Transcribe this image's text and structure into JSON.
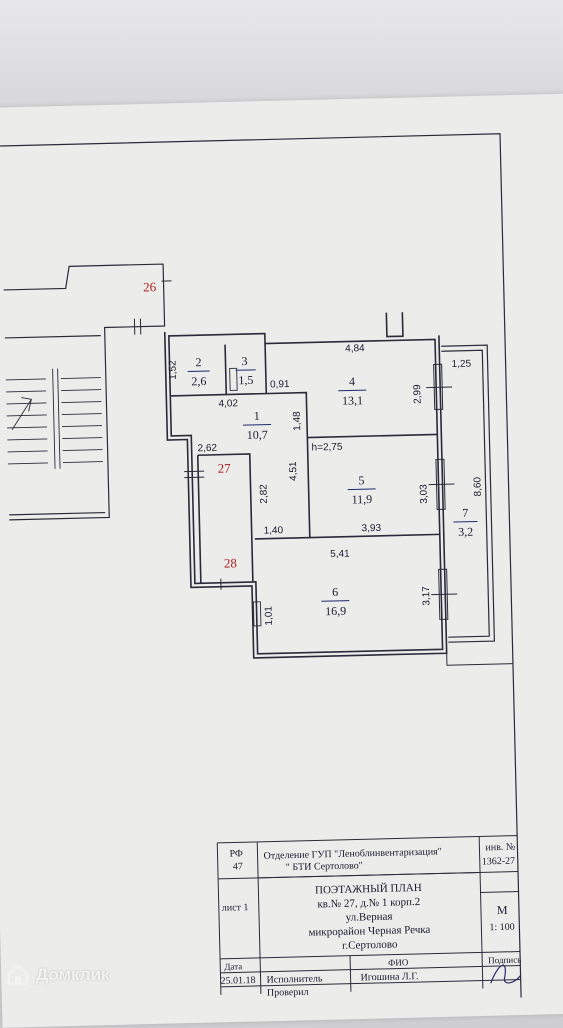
{
  "rooms": [
    {
      "number": "2",
      "area": "2,6"
    },
    {
      "number": "3",
      "area": "1,5"
    },
    {
      "number": "4",
      "area": "13,1"
    },
    {
      "number": "1",
      "area": "10,7"
    },
    {
      "number": "5",
      "area": "11,9"
    },
    {
      "number": "6",
      "area": "16,9"
    },
    {
      "number": "7",
      "area": "3,2"
    }
  ],
  "neighbor_numbers": [
    "26",
    "27",
    "28"
  ],
  "dimensions": [
    "1,52",
    "0,91",
    "4,84",
    "1,25",
    "4,02",
    "1,48",
    "2,99",
    "2,62",
    "4,51",
    "2,82",
    "8,60",
    "3,03",
    "1,40",
    "3,93",
    "5,41",
    "3,17",
    "1,01"
  ],
  "ceiling_height": "h=2,75",
  "title_block": {
    "rf": "РФ",
    "rf_num": "47",
    "org_line1": "Отделение ГУП \"Леноблинвентаризация\"",
    "org_line2": "\" БТИ Сертолово\"",
    "inv_label": "инв. №",
    "inv_number": "1362-27",
    "plan_title": "ПОЭТАЖНЫЙ ПЛАН",
    "address1": "кв.№ 27,  д.№ 1 корп.2",
    "address2": "ул.Верная",
    "address3": "микрорайон Черная Речка",
    "address4": "г.Сертолово",
    "sheet_label": "лист 1",
    "scale_label": "М",
    "scale_value": "1: 100",
    "date_label": "Дата",
    "date_value": "25.01.18",
    "fio_label": "ФИО",
    "executor_label": "Исполнитель",
    "executor_name": "Игошина Л.Г.",
    "signature_label": "Подпись",
    "checked_label": "Проверил"
  },
  "watermark": "Домклик",
  "colors": {
    "room_numbers": "#1a2a6e",
    "neighbor_numbers": "#b02020",
    "lines": "#2a2a3a"
  }
}
